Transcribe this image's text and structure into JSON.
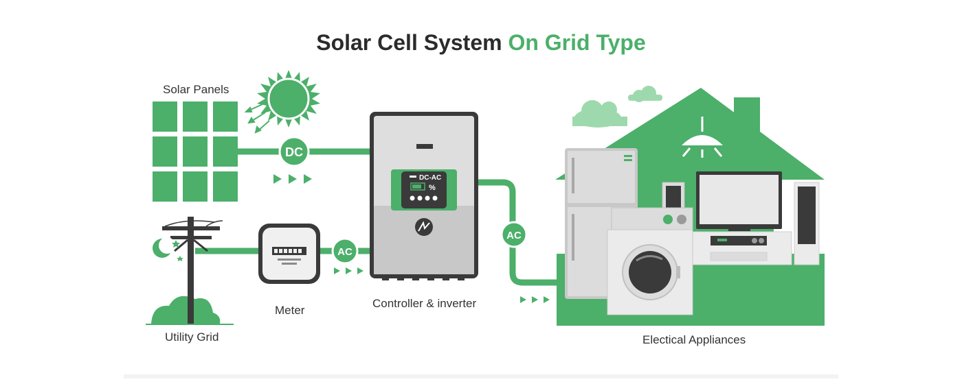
{
  "title": {
    "main": "Solar Cell System",
    "accent": "On Grid Type"
  },
  "labels": {
    "solar_panels": "Solar Panels",
    "utility_grid": "Utility Grid",
    "meter": "Meter",
    "controller": "Controller & inverter",
    "appliances": "Electical Appliances"
  },
  "badges": {
    "dc": "DC",
    "ac_meter": "AC",
    "ac_out": "AC"
  },
  "inverter_screen": {
    "mode": "DC-AC",
    "percent": "%"
  },
  "colors": {
    "green": "#4caf6a",
    "light_green": "#9ed9ae",
    "gray": "#bdbdbd",
    "dark": "#3a3a3a"
  }
}
